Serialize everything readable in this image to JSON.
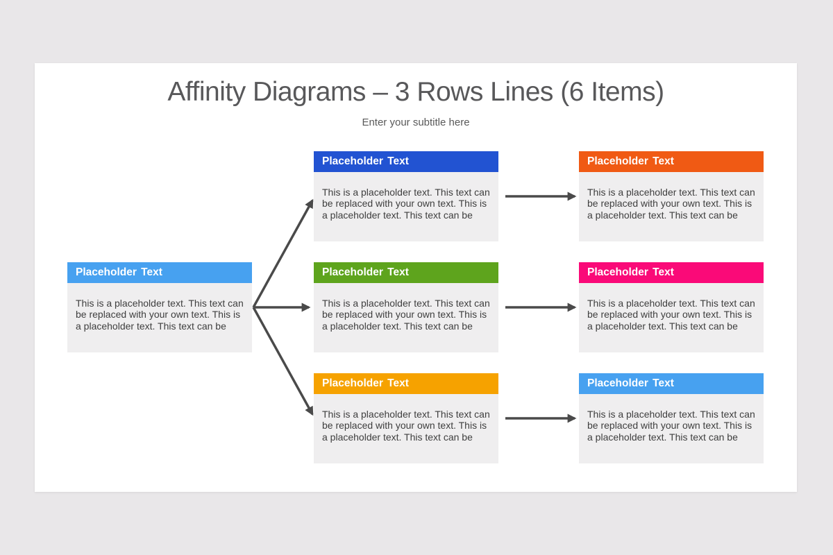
{
  "page": {
    "background_color": "#e9e7e9",
    "slide_color": "#ffffff"
  },
  "header": {
    "title": "Affinity Diagrams – 3 Rows Lines (6 Items)",
    "subtitle": "Enter your subtitle here",
    "title_color": "#58585a"
  },
  "arrows": {
    "color": "#4a4a4a"
  },
  "boxes": {
    "source": {
      "label": "Placeholder Text",
      "header_color": "#47a1f0",
      "body": "This is a placeholder text. This text can\nbe replaced with your own text. This is\na placeholder text. This text can be"
    },
    "middle": [
      {
        "label": "Placeholder Text",
        "header_color": "#2253d2",
        "body": "This is a placeholder text. This text can\nbe replaced with your own text. This is\na placeholder text. This text can be"
      },
      {
        "label": "Placeholder Text",
        "header_color": "#5ea41d",
        "body": "This is a placeholder text. This text can\nbe replaced with your own text. This is\na placeholder text. This text can be"
      },
      {
        "label": "Placeholder Text",
        "header_color": "#f6a200",
        "body": "This is a placeholder text. This text can\nbe replaced with your own text. This is\na placeholder text. This text can be"
      }
    ],
    "right": [
      {
        "label": "Placeholder Text",
        "header_color": "#f05a14",
        "body": "This is a placeholder text. This text can\nbe replaced with your own text. This is\na placeholder text. This text can be"
      },
      {
        "label": "Placeholder Text",
        "header_color": "#fa0a78",
        "body": "This is a placeholder text. This text can\nbe replaced with your own text. This is\na placeholder text. This text can be"
      },
      {
        "label": "Placeholder Text",
        "header_color": "#47a1f0",
        "body": "This is a placeholder text. This text can\nbe replaced with your own text. This is\na placeholder text. This text can be"
      }
    ]
  }
}
